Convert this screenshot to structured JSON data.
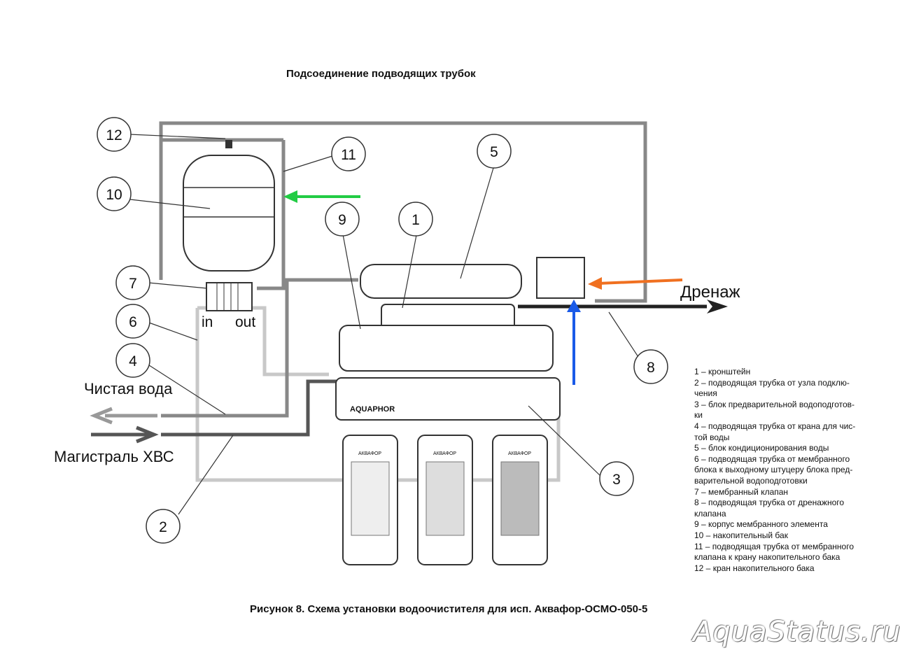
{
  "title": "Подсоединение подводящих трубок",
  "caption": "Рисунок 8. Схема установки водоочистителя для исп. Аквафор-ОСМО-050-5",
  "watermark": "AquaStatus.ru",
  "labels": {
    "clean_water": "Чистая вода",
    "main_line": "Магистраль ХВС",
    "drain": "Дренаж",
    "in": "in",
    "out": "out",
    "brand": "AQUAPHOR",
    "filter_brand": "АКВАФОР"
  },
  "callouts": [
    "1",
    "2",
    "3",
    "4",
    "5",
    "6",
    "7",
    "8",
    "9",
    "10",
    "11",
    "12"
  ],
  "legend": [
    "1 – кронштейн",
    "2 – подводящая трубка от узла подклю-",
    "чения",
    "3 – блок предварительной водоподготов-",
    "ки",
    "4 – подводящая трубка от крана для чис-",
    "той воды",
    "5 – блок кондиционирования воды",
    "6 – подводящая трубка от мембранного",
    "блока к выходному штуцеру блока пред-",
    "варительной водоподготовки",
    "7 – мембранный клапан",
    "8 – подводящая трубка от дренажного",
    "клапана",
    "9 – корпус мембранного элемента",
    "10 – накопительный бак",
    "11 – подводящая трубка от мембранного",
    "клапана к  крану накопительного бака",
    "12 – кран накопительного бака"
  ],
  "colors": {
    "arrow_green": "#22cc44",
    "arrow_orange": "#f07020",
    "arrow_blue": "#1a5ae8"
  }
}
